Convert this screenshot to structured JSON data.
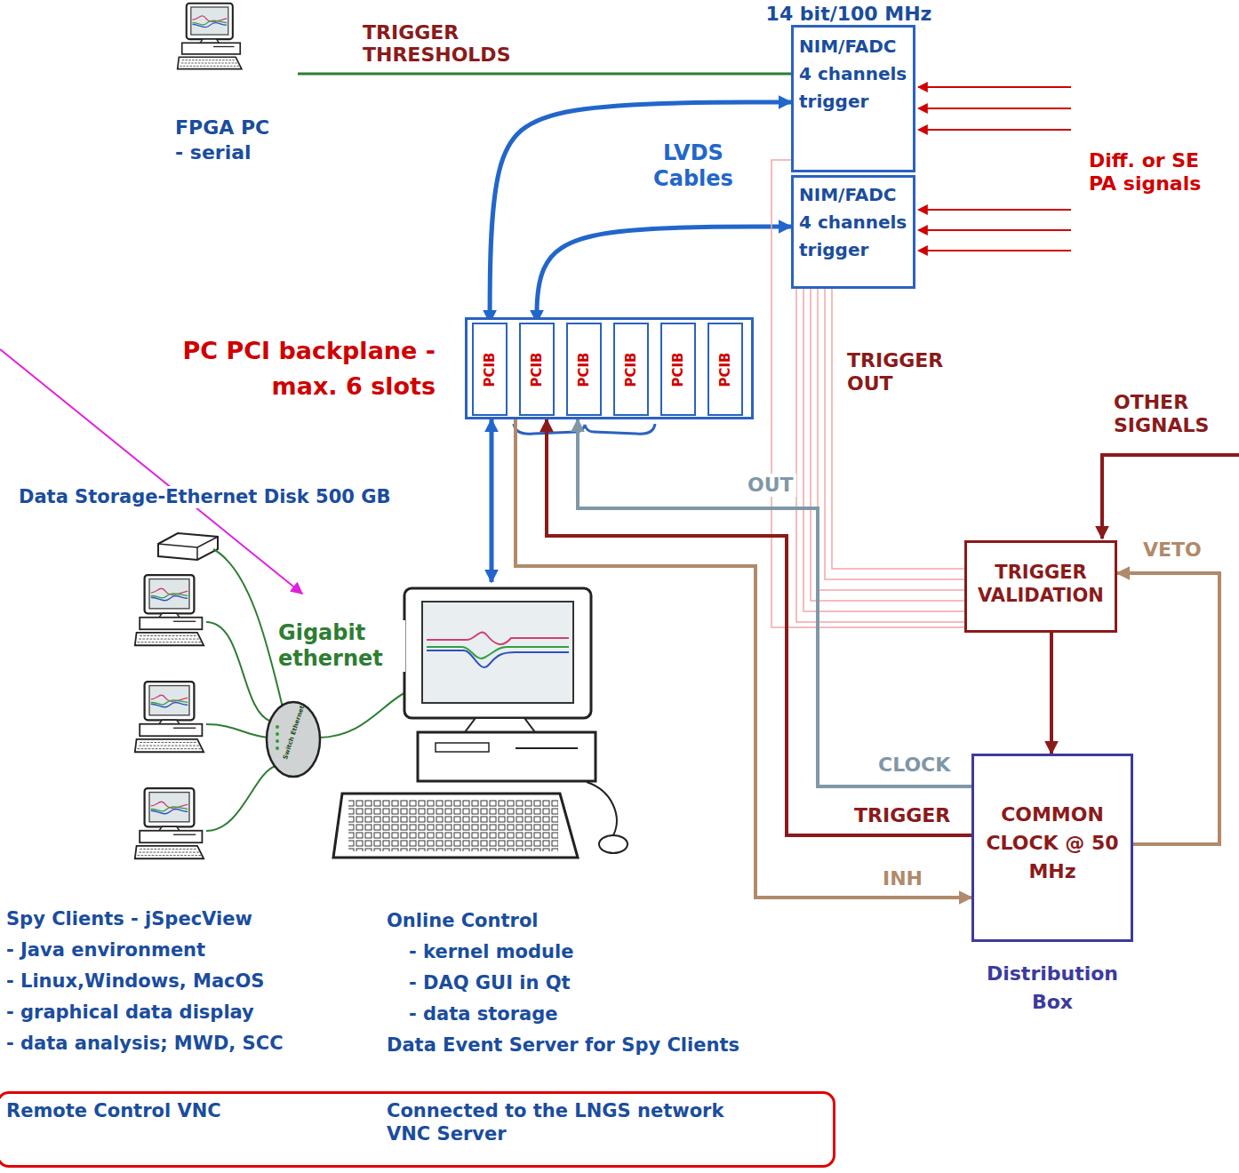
{
  "diagram": {
    "nodes": [
      {
        "text": [
          "FPGA PC - serial"
        ]
      },
      {
        "text": [
          "14 bit/100 MHz",
          "NIM/FADC 4 channels trigger"
        ]
      },
      {
        "text": [
          "NIM/FADC 4 channels trigger"
        ]
      },
      {
        "text": [
          "PC PCI backplane - max. 6 slots"
        ]
      },
      {
        "text": [
          "PCIB"
        ],
        "in": 3
      },
      {
        "text": [
          "PCIB"
        ],
        "in": 3
      },
      {
        "text": [
          "PCIB"
        ],
        "in": 3
      },
      {
        "text": [
          "PCIB"
        ],
        "in": 3
      },
      {
        "text": [
          "PCIB"
        ],
        "in": 3
      },
      {
        "text": [
          "PCIB"
        ],
        "in": 3
      },
      {
        "text": [
          "TRIGGER VALIDATION"
        ]
      },
      {
        "text": [
          "COMMON CLOCK @ 50 MHz",
          "Distribution Box"
        ]
      },
      {
        "text": [
          "Online Control",
          "- kernel module",
          "- DAQ GUI in Qt",
          "- data storage",
          "Data Event Server for Spy Clients"
        ]
      },
      {
        "text": [
          "Remote Control VNC",
          "Connected to the LNGS network VNC Server"
        ]
      }
    ],
    "edges": [
      {
        "from": 0,
        "to": 1,
        "arrow": "none",
        "label": "TRIGGER THRESHOLDS"
      },
      {
        "from": 1,
        "to": 4,
        "arrow": "both",
        "label": "LVDS Cables"
      },
      {
        "from": 2,
        "to": 5,
        "arrow": "both"
      },
      {
        "from": 3,
        "to": 12,
        "arrow": "both"
      },
      {
        "from": 1,
        "to": 10,
        "arrow": "none",
        "label": "TRIGGER OUT"
      },
      {
        "from": 2,
        "to": 10,
        "arrow": "none"
      },
      {
        "from": 10,
        "to": 11,
        "arrow": "to"
      },
      {
        "from": 11,
        "to": 3,
        "arrow": "to",
        "label": "CLOCK"
      },
      {
        "from": 11,
        "to": 3,
        "arrow": "to",
        "label": "TRIGGER"
      },
      {
        "from": 3,
        "to": 11,
        "arrow": "to",
        "label": "INH"
      },
      {
        "from": 11,
        "to": 10,
        "arrow": "to",
        "label": "VETO"
      }
    ],
    "labels": [
      "OTHER SIGNALS",
      "Diff. or SE PA signals",
      "OUT",
      "Data Storage-Ethernet Disk 500 GB",
      "Gigabit ethernet",
      "Switch Ethernet",
      "Spy Clients - jSpecView",
      "- Java environment",
      "- Linux,Windows, MacOS",
      "- graphical data display",
      "- data analysis; MWD, SCC"
    ]
  }
}
